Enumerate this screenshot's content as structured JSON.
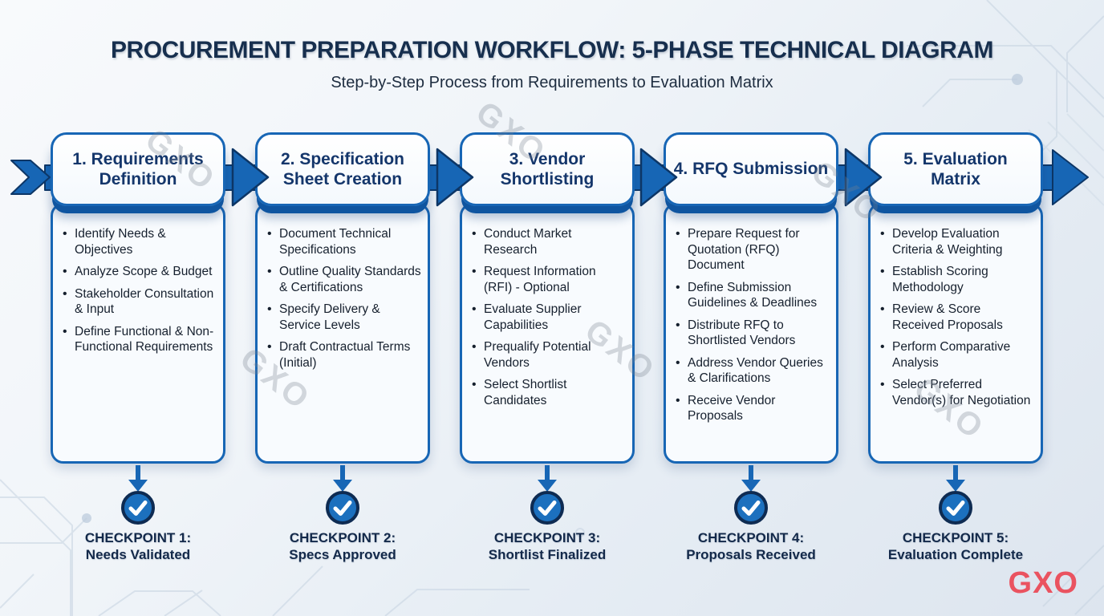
{
  "header": {
    "title": "PROCUREMENT PREPARATION WORKFLOW: 5-PHASE TECHNICAL DIAGRAM",
    "subtitle": "Step-by-Step Process from Requirements to Evaluation Matrix"
  },
  "phases": [
    {
      "title": "1. Requirements Definition",
      "bullets": [
        "Identify Needs & Objectives",
        "Analyze Scope & Budget",
        "Stakeholder Consultation & Input",
        "Define Functional & Non-Functional Requirements"
      ],
      "checkpoint": {
        "line1": "CHECKPOINT 1:",
        "line2": "Needs Validated"
      }
    },
    {
      "title": "2. Specification Sheet Creation",
      "bullets": [
        "Document Technical Specifications",
        "Outline Quality Standards & Certifications",
        "Specify Delivery & Service Levels",
        "Draft Contractual Terms (Initial)"
      ],
      "checkpoint": {
        "line1": "CHECKPOINT 2:",
        "line2": "Specs Approved"
      }
    },
    {
      "title": "3. Vendor Shortlisting",
      "bullets": [
        "Conduct Market Research",
        "Request Information (RFI) - Optional",
        "Evaluate Supplier Capabilities",
        "Prequalify Potential Vendors",
        "Select Shortlist Candidates"
      ],
      "checkpoint": {
        "line1": "CHECKPOINT 3:",
        "line2": "Shortlist Finalized"
      }
    },
    {
      "title": "4. RFQ Submission",
      "bullets": [
        "Prepare Request for Quotation (RFQ) Document",
        "Define Submission Guidelines & Deadlines",
        "Distribute RFQ to Shortlisted Vendors",
        "Address Vendor Queries & Clarifications",
        "Receive Vendor Proposals"
      ],
      "checkpoint": {
        "line1": "CHECKPOINT 4:",
        "line2": "Proposals Received"
      }
    },
    {
      "title": "5. Evaluation Matrix",
      "bullets": [
        "Develop Evaluation Criteria & Weighting",
        "Establish Scoring Methodology",
        "Review & Score Received Proposals",
        "Perform Comparative Analysis",
        "Select Preferred Vendor(s) for Negotiation"
      ],
      "checkpoint": {
        "line1": "CHECKPOINT 5:",
        "line2": "Evaluation Complete"
      }
    }
  ],
  "watermark": {
    "text": "GXO"
  },
  "logo": {
    "text": "GXO"
  },
  "colors": {
    "arrow_blue": "#1766b5",
    "arrow_outline": "#0d3666",
    "navy_text": "#14366b",
    "checkpoint_fill": "#1c70be",
    "checkpoint_ring": "#0e2b52",
    "logo_red": "#ea5360",
    "circuit_line": "#c6d3e1"
  }
}
